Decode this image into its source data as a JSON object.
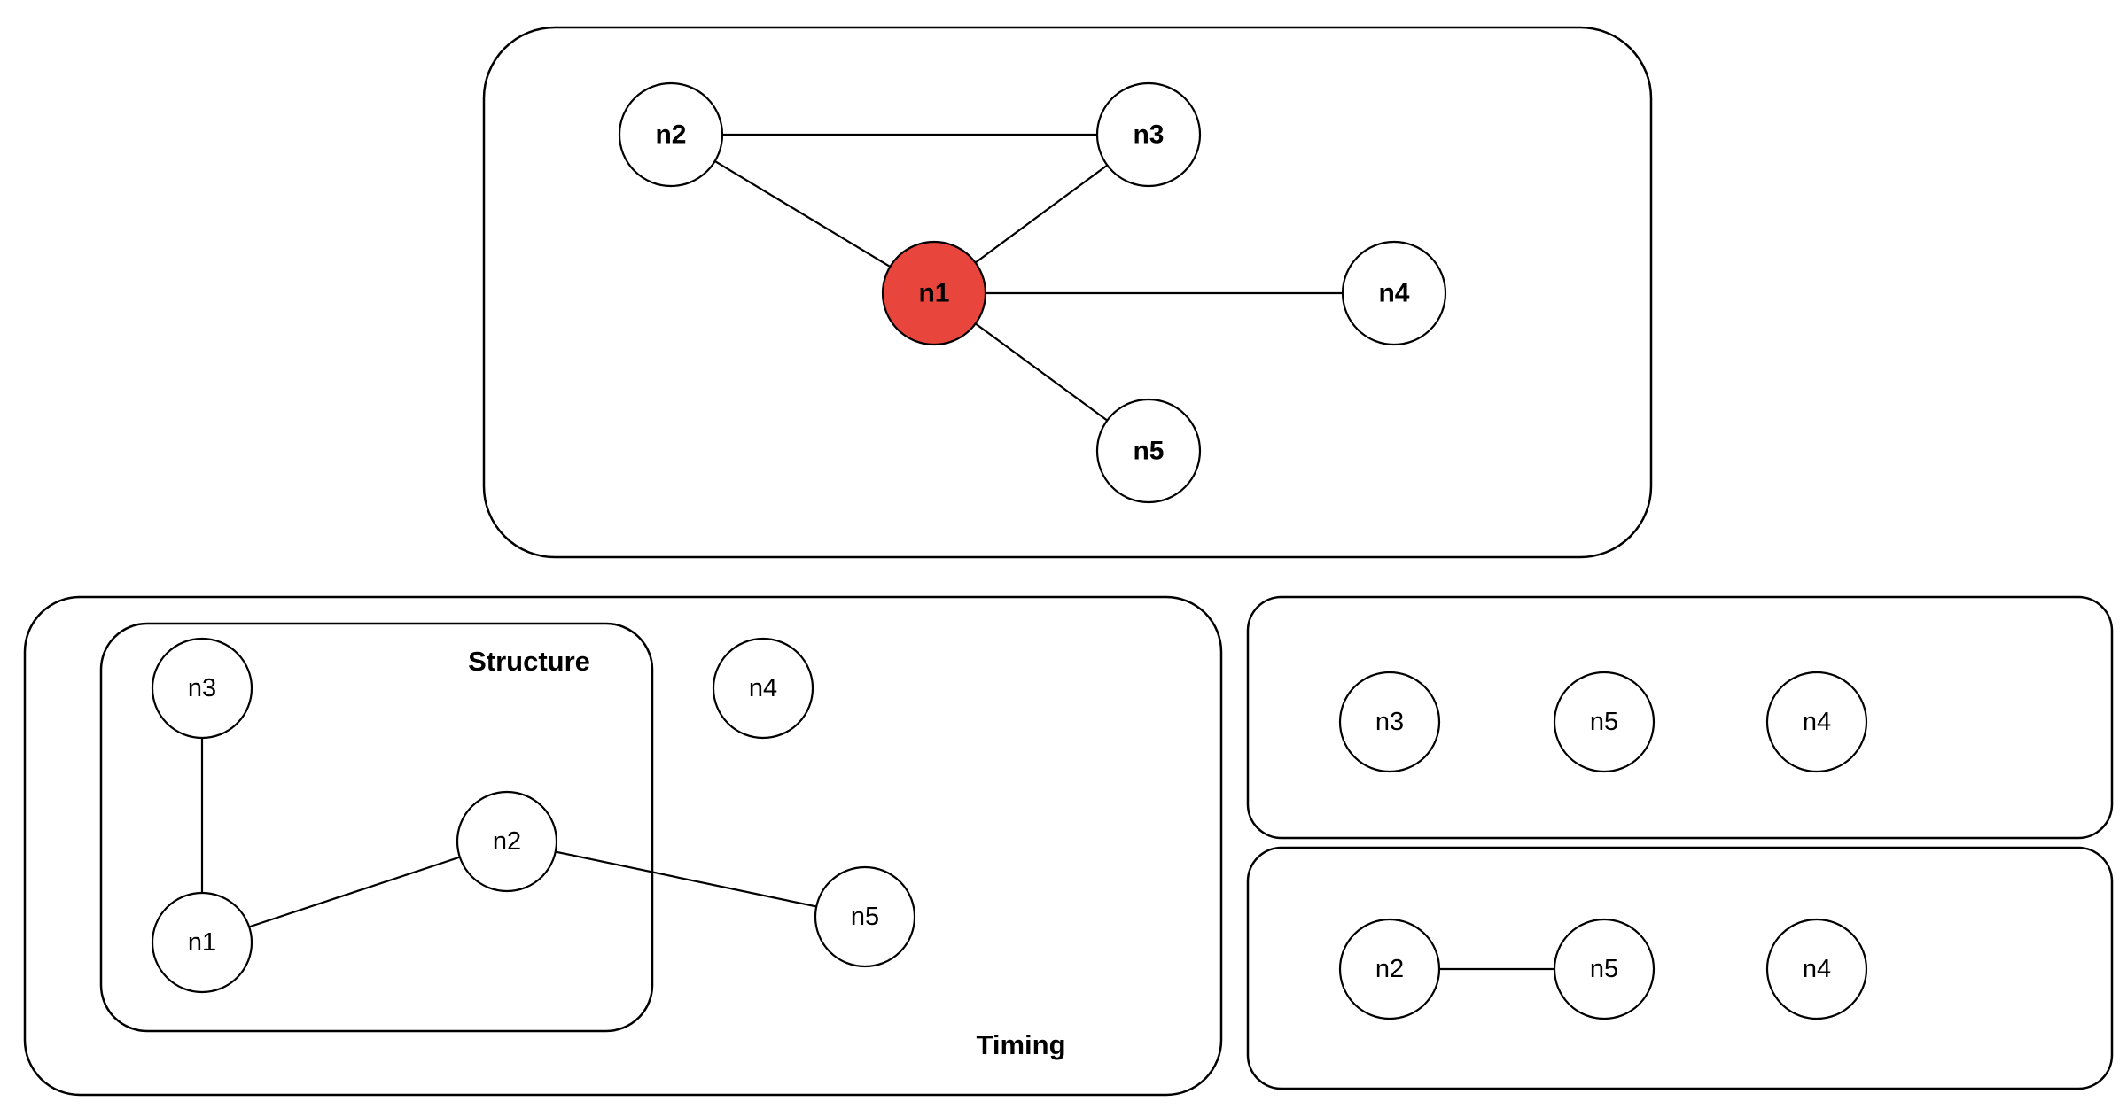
{
  "colors": {
    "highlight": "#e8453c",
    "background": "#ffffff",
    "stroke": "#000000"
  },
  "panels": {
    "top": {
      "nodes": [
        {
          "id": "n1",
          "label": "n1",
          "highlighted": true
        },
        {
          "id": "n2",
          "label": "n2"
        },
        {
          "id": "n3",
          "label": "n3"
        },
        {
          "id": "n4",
          "label": "n4"
        },
        {
          "id": "n5",
          "label": "n5"
        }
      ],
      "edges": [
        [
          "n2",
          "n3"
        ],
        [
          "n2",
          "n1"
        ],
        [
          "n3",
          "n1"
        ],
        [
          "n1",
          "n4"
        ],
        [
          "n1",
          "n5"
        ]
      ]
    },
    "timing": {
      "title": "Timing",
      "nodes": [
        {
          "id": "n4",
          "label": "n4"
        },
        {
          "id": "n5",
          "label": "n5"
        }
      ],
      "edges": [
        [
          "n2",
          "n5"
        ]
      ]
    },
    "structure": {
      "title": "Structure",
      "nodes": [
        {
          "id": "n3",
          "label": "n3"
        },
        {
          "id": "n1",
          "label": "n1"
        },
        {
          "id": "n2",
          "label": "n2"
        }
      ],
      "edges": [
        [
          "n3",
          "n1"
        ],
        [
          "n1",
          "n2"
        ]
      ]
    },
    "right_top": {
      "nodes": [
        {
          "id": "n3",
          "label": "n3"
        },
        {
          "id": "n5",
          "label": "n5"
        },
        {
          "id": "n4",
          "label": "n4"
        }
      ],
      "edges": []
    },
    "right_bottom": {
      "nodes": [
        {
          "id": "n2",
          "label": "n2"
        },
        {
          "id": "n5",
          "label": "n5"
        },
        {
          "id": "n4",
          "label": "n4"
        }
      ],
      "edges": [
        [
          "n2",
          "n5"
        ]
      ]
    }
  }
}
